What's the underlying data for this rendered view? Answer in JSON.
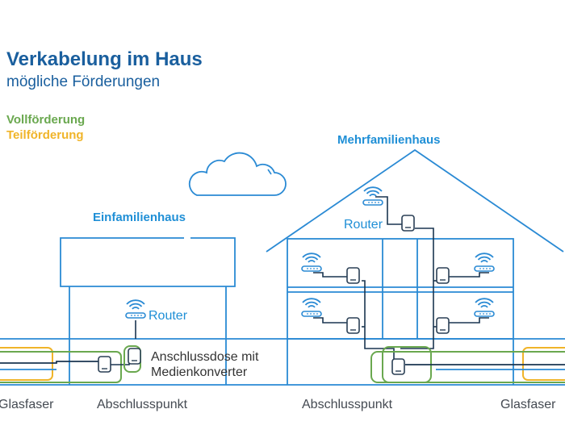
{
  "header": {
    "title": "Verkabelung im Haus",
    "subtitle": "mögliche Förderungen"
  },
  "legend": {
    "full": "Vollförderung",
    "partial": "Teilförderung"
  },
  "houses": {
    "single_family": "Einfamilienhaus",
    "multi_family": "Mehrfamilienhaus"
  },
  "labels": {
    "router_efh": "Router",
    "router_mfh": "Router",
    "outlet_line1": "Anschlussdose mit",
    "outlet_line2": "Medienkonverter",
    "fiber_left": "Glasfaser",
    "termination_left": "Abschlusspunkt",
    "termination_right": "Abschlusspunkt",
    "fiber_right": "Glasfaser"
  },
  "colors": {
    "line_blue": "#2a8ad4",
    "dark_blue": "#1a5f9e",
    "full_green": "#6aa84f",
    "partial_yellow": "#f0b429"
  },
  "icons": [
    "cloud-icon",
    "wifi-router-icon",
    "media-converter-icon"
  ]
}
